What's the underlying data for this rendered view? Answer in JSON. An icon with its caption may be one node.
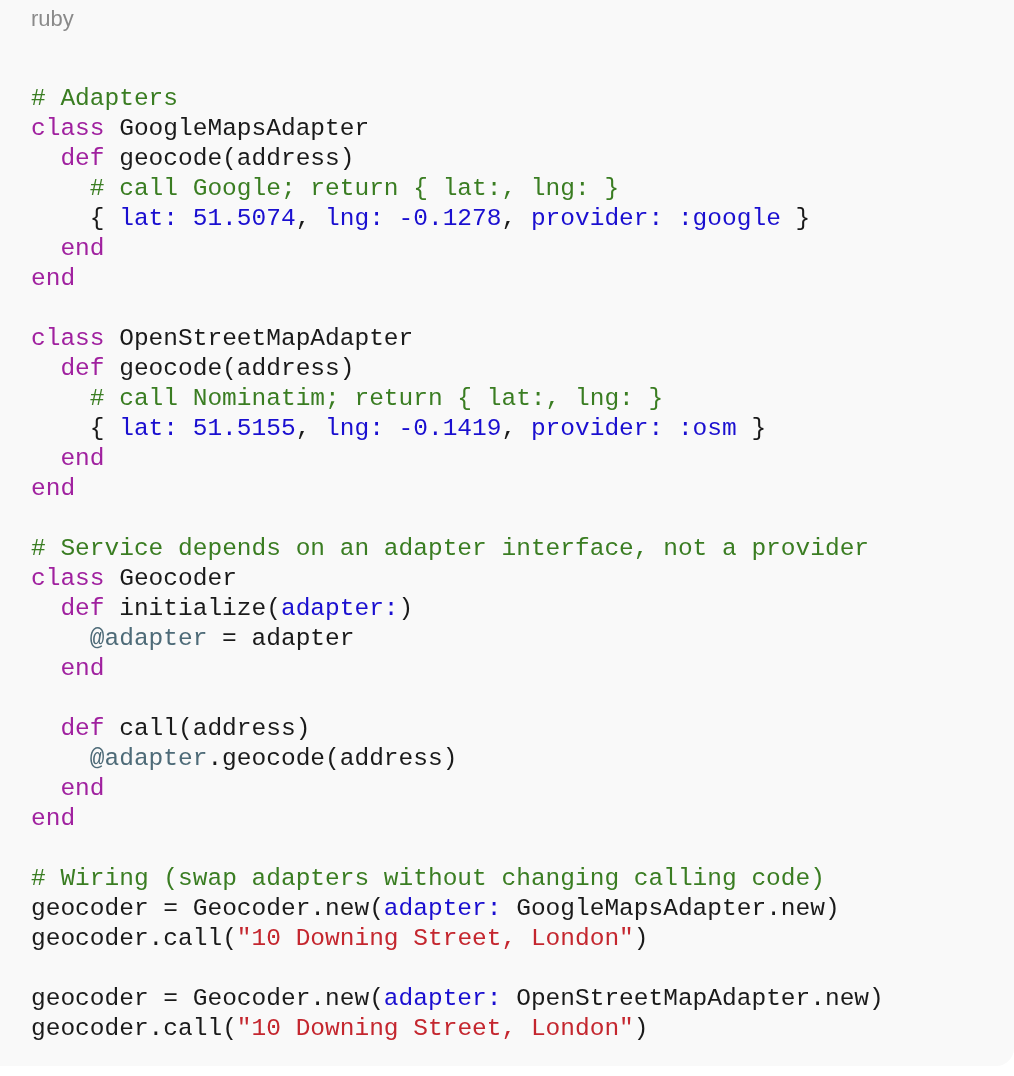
{
  "diagram": {
    "labels": [
      "ruby",
      "# Adapters",
      "class GoogleMapsAdapter",
      "def geocode(address)",
      "# call Google; return { lat:, lng: }",
      "{ lat: 51.5074, lng: -0.1278, provider: :google }",
      "end",
      "end",
      "class OpenStreetMapAdapter",
      "def geocode(address)",
      "# call Nominatim; return { lat:, lng: }",
      "{ lat: 51.5155, lng: -0.1419, provider: :osm }",
      "end",
      "end",
      "# Service depends on an adapter interface, not a provider",
      "class Geocoder",
      "def initialize(adapter:)",
      "@adapter = adapter",
      "end",
      "def call(address)",
      "@adapter.geocode(address)",
      "end",
      "end",
      "# Wiring (swap adapters without changing calling code)",
      "geocoder = Geocoder.new(adapter: GoogleMapsAdapter.new)",
      "geocoder.call(\"10 Downing Street, London\")",
      "geocoder = Geocoder.new(adapter: OpenStreetMapAdapter.new)",
      "geocoder.call(\"10 Downing Street, London\")"
    ]
  }
}
